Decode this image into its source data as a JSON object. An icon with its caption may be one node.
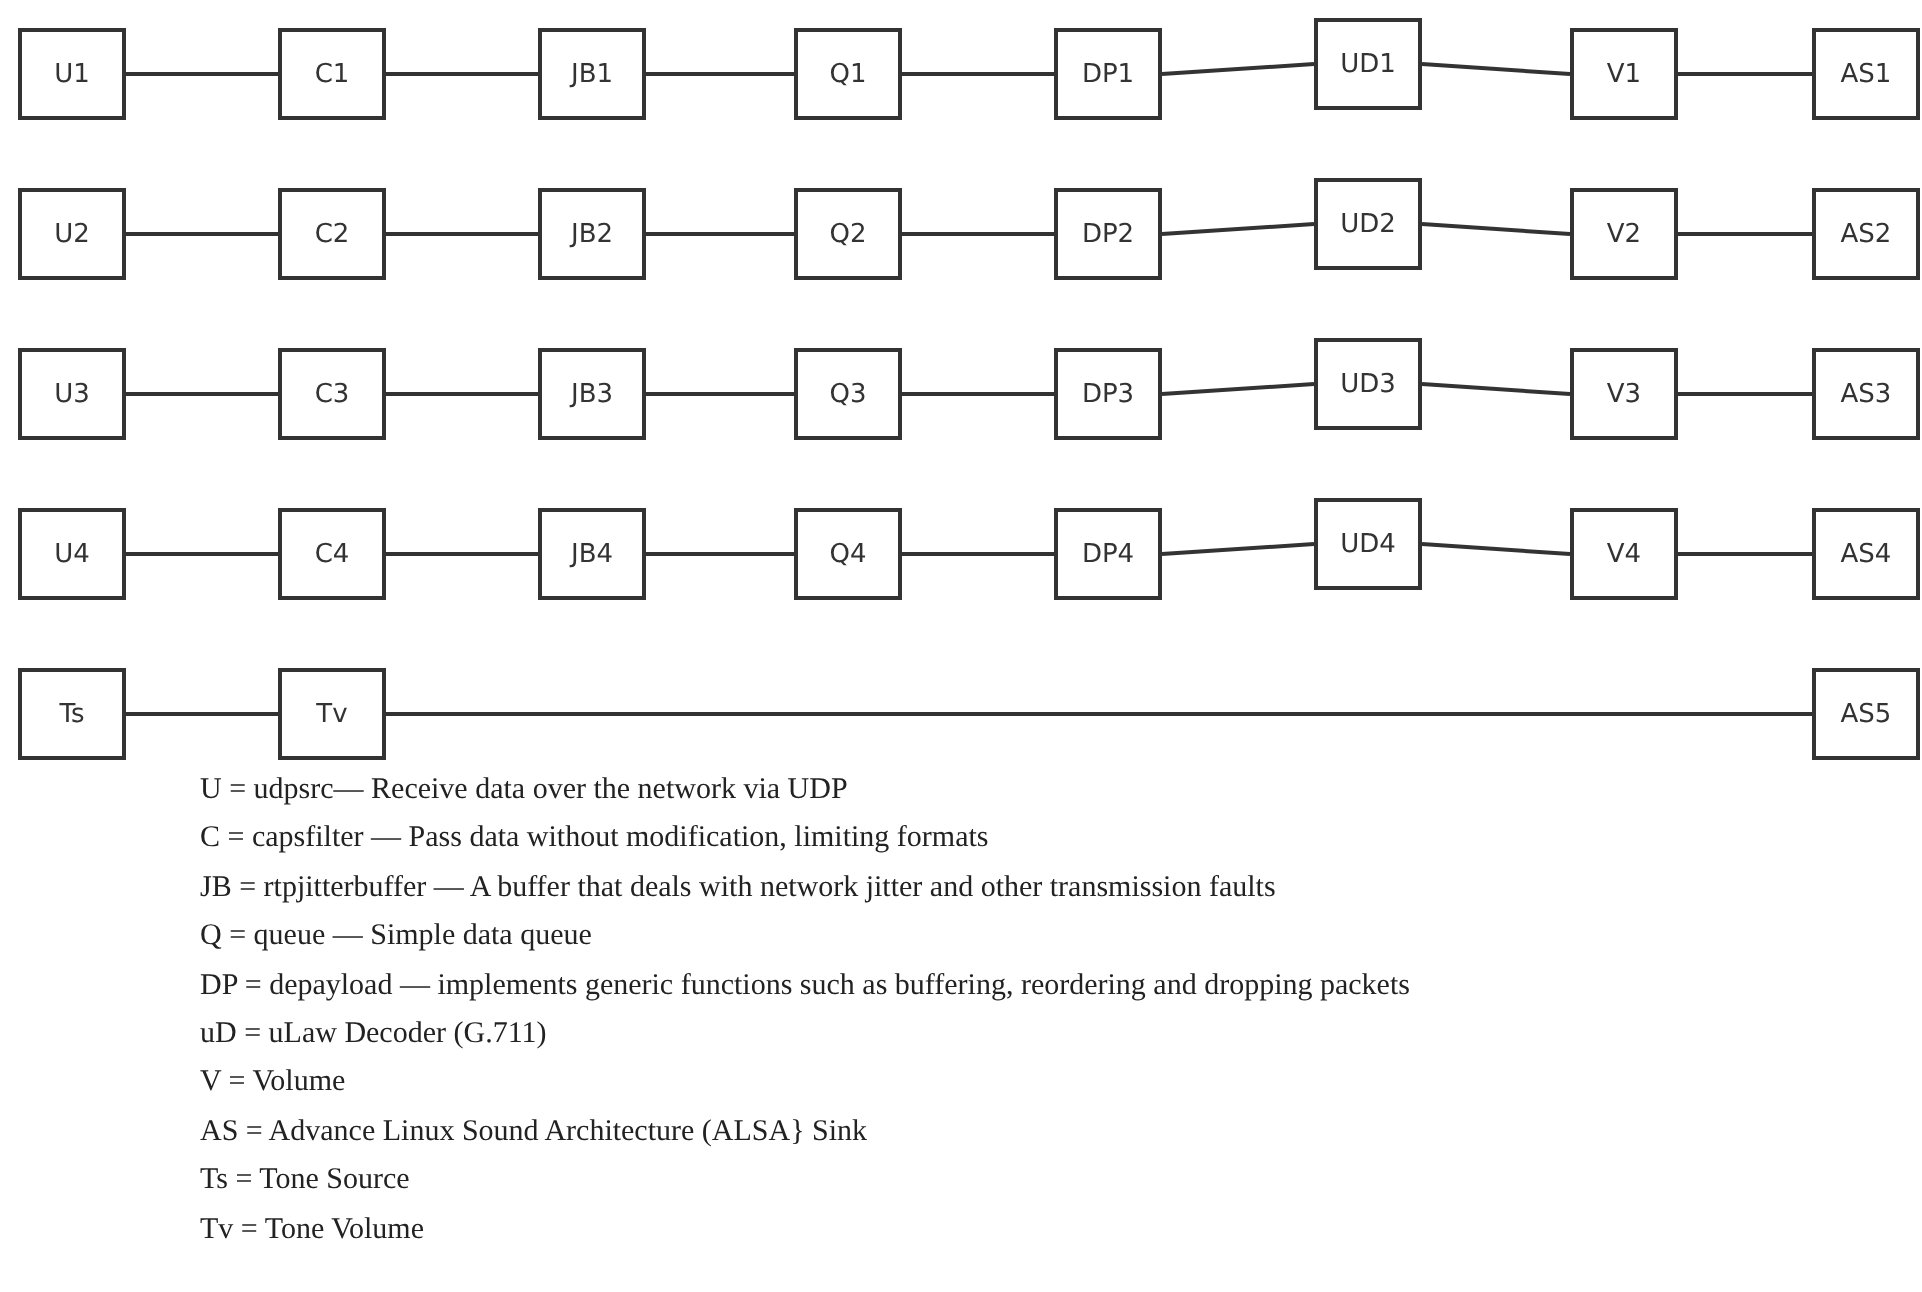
{
  "diagram": {
    "nodes": [
      {
        "text": [
          "U1"
        ]
      },
      {
        "text": [
          "C1"
        ]
      },
      {
        "text": [
          "JB1"
        ]
      },
      {
        "text": [
          "Q1"
        ]
      },
      {
        "text": [
          "DP1"
        ]
      },
      {
        "text": [
          "UD1"
        ]
      },
      {
        "text": [
          "V1"
        ]
      },
      {
        "text": [
          "AS1"
        ]
      },
      {
        "text": [
          "U2"
        ]
      },
      {
        "text": [
          "C2"
        ]
      },
      {
        "text": [
          "JB2"
        ]
      },
      {
        "text": [
          "Q2"
        ]
      },
      {
        "text": [
          "DP2"
        ]
      },
      {
        "text": [
          "UD2"
        ]
      },
      {
        "text": [
          "V2"
        ]
      },
      {
        "text": [
          "AS2"
        ]
      },
      {
        "text": [
          "U3"
        ]
      },
      {
        "text": [
          "C3"
        ]
      },
      {
        "text": [
          "JB3"
        ]
      },
      {
        "text": [
          "Q3"
        ]
      },
      {
        "text": [
          "DP3"
        ]
      },
      {
        "text": [
          "UD3"
        ]
      },
      {
        "text": [
          "V3"
        ]
      },
      {
        "text": [
          "AS3"
        ]
      },
      {
        "text": [
          "U4"
        ]
      },
      {
        "text": [
          "C4"
        ]
      },
      {
        "text": [
          "JB4"
        ]
      },
      {
        "text": [
          "Q4"
        ]
      },
      {
        "text": [
          "DP4"
        ]
      },
      {
        "text": [
          "UD4"
        ]
      },
      {
        "text": [
          "V4"
        ]
      },
      {
        "text": [
          "AS4"
        ]
      },
      {
        "text": [
          "Ts"
        ]
      },
      {
        "text": [
          "Tv"
        ]
      },
      {
        "text": [
          "AS5"
        ]
      }
    ],
    "edges": [
      {
        "from": 0,
        "to": 1,
        "arrow": "none"
      },
      {
        "from": 1,
        "to": 2,
        "arrow": "none"
      },
      {
        "from": 2,
        "to": 3,
        "arrow": "none"
      },
      {
        "from": 3,
        "to": 4,
        "arrow": "none"
      },
      {
        "from": 4,
        "to": 5,
        "arrow": "none"
      },
      {
        "from": 5,
        "to": 6,
        "arrow": "none"
      },
      {
        "from": 6,
        "to": 7,
        "arrow": "none"
      },
      {
        "from": 8,
        "to": 9,
        "arrow": "none"
      },
      {
        "from": 9,
        "to": 10,
        "arrow": "none"
      },
      {
        "from": 10,
        "to": 11,
        "arrow": "none"
      },
      {
        "from": 11,
        "to": 12,
        "arrow": "none"
      },
      {
        "from": 12,
        "to": 13,
        "arrow": "none"
      },
      {
        "from": 13,
        "to": 14,
        "arrow": "none"
      },
      {
        "from": 14,
        "to": 15,
        "arrow": "none"
      },
      {
        "from": 16,
        "to": 17,
        "arrow": "none"
      },
      {
        "from": 17,
        "to": 18,
        "arrow": "none"
      },
      {
        "from": 18,
        "to": 19,
        "arrow": "none"
      },
      {
        "from": 19,
        "to": 20,
        "arrow": "none"
      },
      {
        "from": 20,
        "to": 21,
        "arrow": "none"
      },
      {
        "from": 21,
        "to": 22,
        "arrow": "none"
      },
      {
        "from": 22,
        "to": 23,
        "arrow": "none"
      },
      {
        "from": 24,
        "to": 25,
        "arrow": "none"
      },
      {
        "from": 25,
        "to": 26,
        "arrow": "none"
      },
      {
        "from": 26,
        "to": 27,
        "arrow": "none"
      },
      {
        "from": 27,
        "to": 28,
        "arrow": "none"
      },
      {
        "from": 28,
        "to": 29,
        "arrow": "none"
      },
      {
        "from": 29,
        "to": 30,
        "arrow": "none"
      },
      {
        "from": 30,
        "to": 31,
        "arrow": "none"
      },
      {
        "from": 32,
        "to": 33,
        "arrow": "none"
      },
      {
        "from": 33,
        "to": 34,
        "arrow": "none"
      }
    ],
    "labels": [
      "U = udpsrc— Receive data over the network via UDP",
      "C = capsfilter — Pass data without modification, limiting formats",
      "JB = rtpjitterbuffer — A buffer that deals with network jitter and other transmission faults",
      "Q = queue — Simple data queue",
      "DP = depayload — implements generic functions such as buffering, reordering and dropping packets",
      "uD = uLaw Decoder (G.711)",
      "V = Volume",
      "AS = Advance Linux Sound Architecture (ALSA} Sink",
      "Ts = Tone Source",
      "Tv = Tone Volume"
    ]
  }
}
